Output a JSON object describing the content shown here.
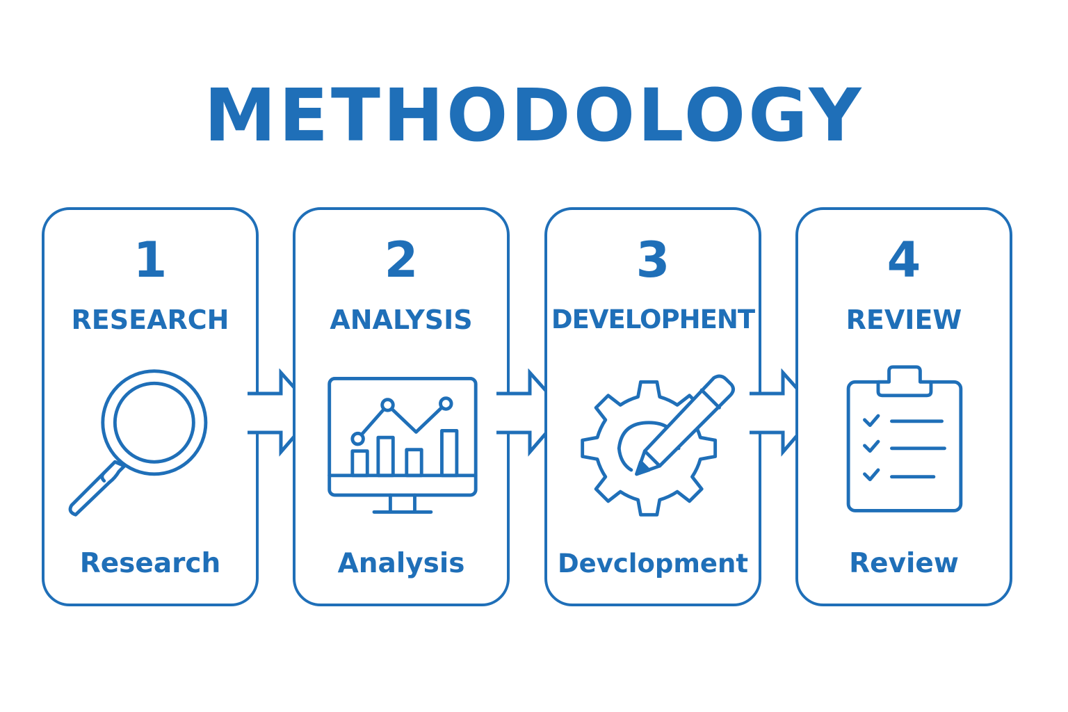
{
  "title": "METHODOLOGY",
  "colors": {
    "accent": "#1f6fb8",
    "background": "#ffffff"
  },
  "steps": [
    {
      "number": "1",
      "heading": "RESEARCH",
      "label": "Research",
      "icon": "magnifying-glass-icon"
    },
    {
      "number": "2",
      "heading": "ANALYSIS",
      "label": "Analysis",
      "icon": "monitor-chart-icon"
    },
    {
      "number": "3",
      "heading": "DEVELOPHENT",
      "label": "Devclopment",
      "icon": "gear-pencil-icon"
    },
    {
      "number": "4",
      "heading": "REVIEW",
      "label": "Review",
      "icon": "clipboard-checklist-icon"
    }
  ],
  "connectors": [
    "arrow-right-icon",
    "arrow-right-icon",
    "arrow-right-icon"
  ]
}
